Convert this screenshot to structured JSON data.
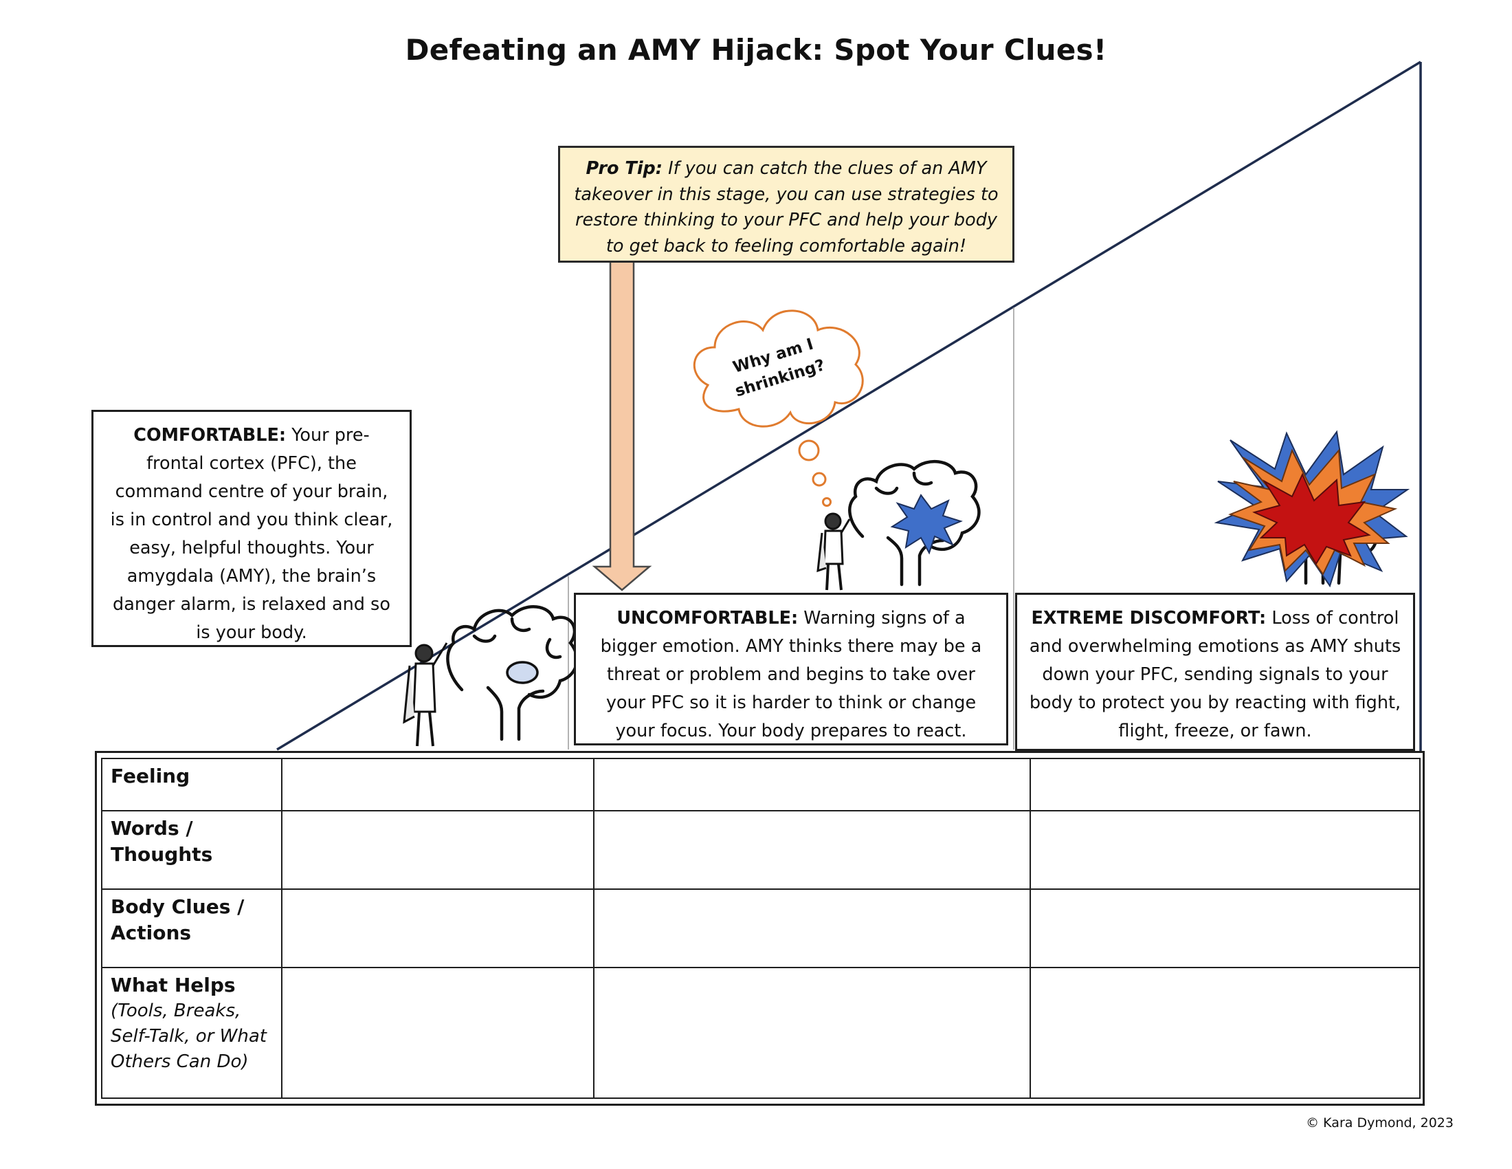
{
  "title": "Defeating an AMY Hijack: Spot Your Clues!",
  "pro_tip": {
    "heading": "Pro Tip:",
    "text": "If you can catch the clues of an AMY takeover in this stage, you can use strategies to restore thinking to your PFC and help your body to get back to feeling comfortable again!"
  },
  "thought_bubble": "Why am I shrinking?",
  "stages": [
    {
      "heading": "COMFORTABLE:",
      "text": "Your pre-frontal cortex (PFC), the command centre of your brain, is in control and you think clear, easy, helpful thoughts. Your amygdala (AMY), the brain’s danger alarm, is relaxed and so is your body."
    },
    {
      "heading": "UNCOMFORTABLE:",
      "text": "Warning signs of a bigger emotion. AMY thinks there may be a threat or problem and begins to take over your PFC so it is harder to think or change your focus. Your body prepares to react."
    },
    {
      "heading": "EXTREME DISCOMFORT:",
      "text": "Loss of control and overwhelming emotions as AMY shuts down your PFC, sending signals to your body to protect you by reacting with fight, flight, freeze, or fawn."
    }
  ],
  "table": {
    "rows": [
      {
        "label": "Feeling",
        "note": ""
      },
      {
        "label": "Words / Thoughts",
        "note": ""
      },
      {
        "label": "Body Clues / Actions",
        "note": ""
      },
      {
        "label": "What Helps",
        "note": "(Tools, Breaks, Self-Talk, or What Others Can Do)"
      }
    ]
  },
  "colors": {
    "pro_tip_fill": "#fdf1cc",
    "arrow_fill": "#f6c9a6",
    "cloud_stroke": "#e07b2e",
    "alarm_blue": "#3f6fc9",
    "burst_orange": "#ee8032",
    "burst_red": "#c41212",
    "line_navy": "#1f2d4d"
  },
  "icons": [
    "brain-icon",
    "superhero-icon",
    "alarm-burst-icon",
    "thought-cloud-icon",
    "down-arrow-icon"
  ],
  "copyright": "© Kara Dymond, 2023"
}
